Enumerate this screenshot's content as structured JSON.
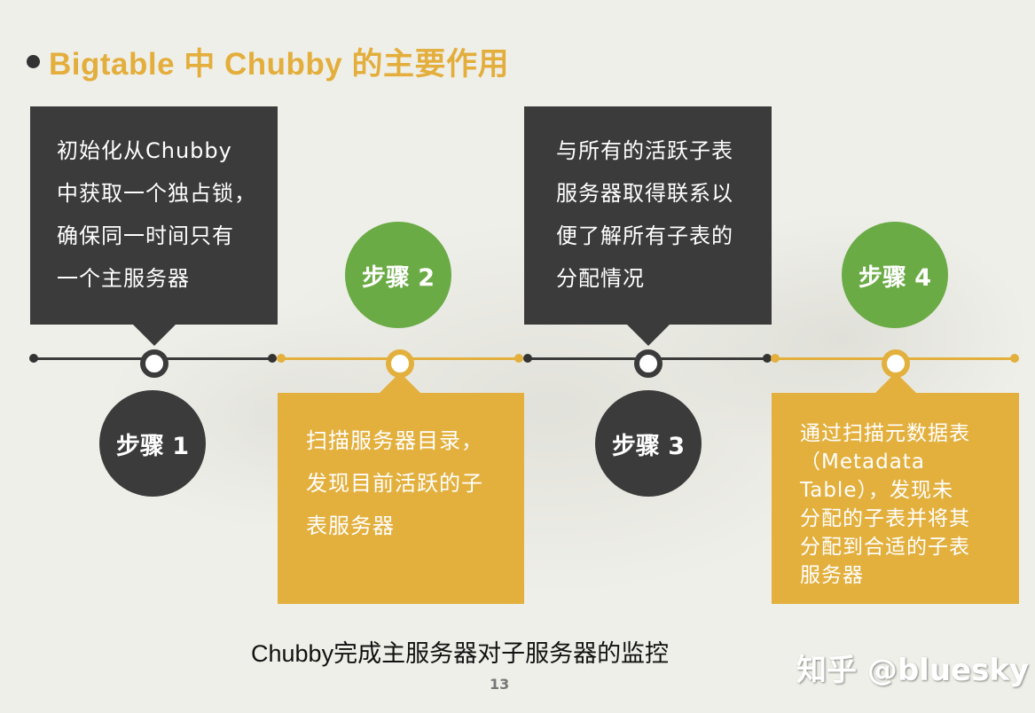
{
  "slide": {
    "title": "Bigtable 中 Chubby 的主要作用",
    "caption": "Chubby完成主服务器对子服务器的监控",
    "page_number": "13",
    "watermark": "知乎 @bluesky"
  },
  "colors": {
    "dark": "#3b3b3b",
    "gold": "#e3b03e",
    "green": "#6aab45",
    "title": "#e3ae3c",
    "background": "#efefe9"
  },
  "steps": [
    {
      "label": "步骤 1",
      "lines": [
        "初始化从Chubby",
        "中获取一个独占锁，",
        "确保同一时间只有",
        "一个主服务器"
      ]
    },
    {
      "label": "步骤 2",
      "lines": [
        "扫描服务器目录，",
        "发现目前活跃的子",
        "表服务器"
      ]
    },
    {
      "label": "步骤 3",
      "lines": [
        "与所有的活跃子表",
        "服务器取得联系以",
        "便了解所有子表的",
        "分配情况"
      ]
    },
    {
      "label": "步骤 4",
      "lines": [
        "通过扫描元数据表",
        "（Metadata",
        "Table），发现未",
        "分配的子表并将其",
        "分配到合适的子表",
        "服务器"
      ]
    }
  ]
}
